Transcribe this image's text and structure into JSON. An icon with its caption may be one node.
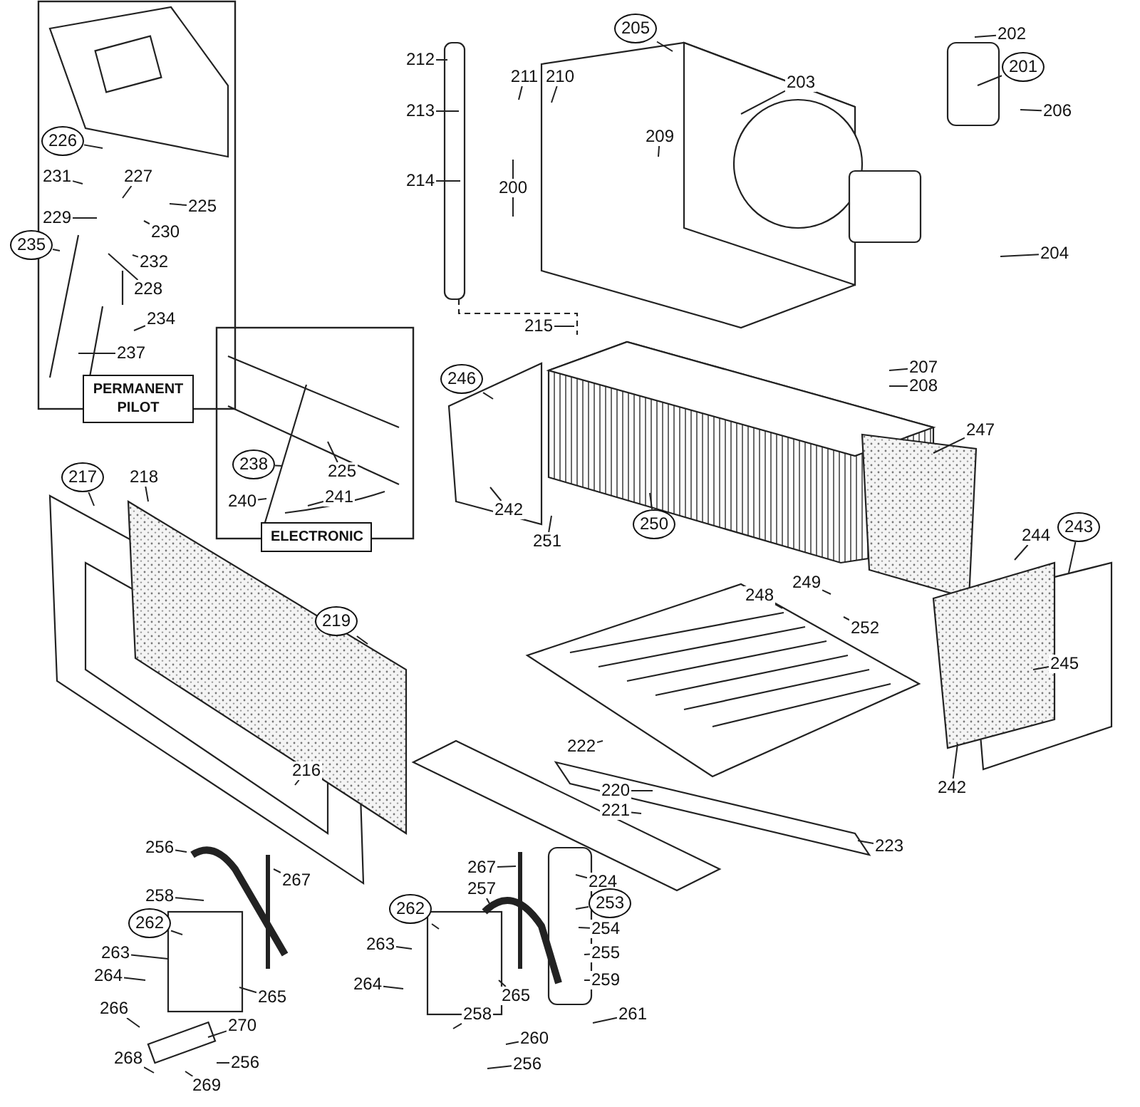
{
  "diagram": {
    "nodes": [
      {
        "text": [
          "205"
        ]
      },
      {
        "text": [
          "202"
        ]
      },
      {
        "text": [
          "201"
        ]
      },
      {
        "text": [
          "212"
        ]
      },
      {
        "text": [
          "211"
        ]
      },
      {
        "text": [
          "210"
        ]
      },
      {
        "text": [
          "203"
        ]
      },
      {
        "text": [
          "206"
        ]
      },
      {
        "text": [
          "213"
        ]
      },
      {
        "text": [
          "209"
        ]
      },
      {
        "text": [
          "200"
        ]
      },
      {
        "text": [
          "214"
        ]
      },
      {
        "text": [
          "204"
        ]
      },
      {
        "text": [
          "215"
        ]
      },
      {
        "text": [
          "207"
        ]
      },
      {
        "text": [
          "208"
        ]
      },
      {
        "text": [
          "226"
        ]
      },
      {
        "text": [
          "231"
        ]
      },
      {
        "text": [
          "227"
        ]
      },
      {
        "text": [
          "225"
        ]
      },
      {
        "text": [
          "229"
        ]
      },
      {
        "text": [
          "230"
        ]
      },
      {
        "text": [
          "235"
        ]
      },
      {
        "text": [
          "232"
        ]
      },
      {
        "text": [
          "228"
        ]
      },
      {
        "text": [
          "234"
        ]
      },
      {
        "text": [
          "237"
        ]
      },
      {
        "text": [
          "PERMANENT PILOT"
        ]
      },
      {
        "text": [
          "246"
        ]
      },
      {
        "text": [
          "247"
        ]
      },
      {
        "text": [
          "238"
        ]
      },
      {
        "text": [
          "225"
        ]
      },
      {
        "text": [
          "240"
        ]
      },
      {
        "text": [
          "241"
        ]
      },
      {
        "text": [
          "ELECTRONIC"
        ]
      },
      {
        "text": [
          "217"
        ]
      },
      {
        "text": [
          "218"
        ]
      },
      {
        "text": [
          "242"
        ]
      },
      {
        "text": [
          "251"
        ]
      },
      {
        "text": [
          "250"
        ]
      },
      {
        "text": [
          "244"
        ]
      },
      {
        "text": [
          "243"
        ]
      },
      {
        "text": [
          "248"
        ]
      },
      {
        "text": [
          "249"
        ]
      },
      {
        "text": [
          "252"
        ]
      },
      {
        "text": [
          "219"
        ]
      },
      {
        "text": [
          "245"
        ]
      },
      {
        "text": [
          "222"
        ]
      },
      {
        "text": [
          "242"
        ]
      },
      {
        "text": [
          "216"
        ]
      },
      {
        "text": [
          "220"
        ]
      },
      {
        "text": [
          "221"
        ]
      },
      {
        "text": [
          "223"
        ]
      },
      {
        "text": [
          "256"
        ]
      },
      {
        "text": [
          "267"
        ]
      },
      {
        "text": [
          "267"
        ]
      },
      {
        "text": [
          "224"
        ]
      },
      {
        "text": [
          "257"
        ]
      },
      {
        "text": [
          "262"
        ]
      },
      {
        "text": [
          "253"
        ]
      },
      {
        "text": [
          "258"
        ]
      },
      {
        "text": [
          "262"
        ]
      },
      {
        "text": [
          "254"
        ]
      },
      {
        "text": [
          "263"
        ]
      },
      {
        "text": [
          "263"
        ]
      },
      {
        "text": [
          "264"
        ]
      },
      {
        "text": [
          "264"
        ]
      },
      {
        "text": [
          "255"
        ]
      },
      {
        "text": [
          "265"
        ]
      },
      {
        "text": [
          "265"
        ]
      },
      {
        "text": [
          "259"
        ]
      },
      {
        "text": [
          "266"
        ]
      },
      {
        "text": [
          "258"
        ]
      },
      {
        "text": [
          "261"
        ]
      },
      {
        "text": [
          "270"
        ]
      },
      {
        "text": [
          "260"
        ]
      },
      {
        "text": [
          "268"
        ]
      },
      {
        "text": [
          "256"
        ]
      },
      {
        "text": [
          "269"
        ]
      },
      {
        "text": [
          "256"
        ]
      }
    ],
    "edges": [
      {
        "from": 0,
        "to": null,
        "arrow": "none"
      },
      {
        "from": 1,
        "to": null,
        "arrow": "none"
      },
      {
        "from": 2,
        "to": null,
        "arrow": "none"
      },
      {
        "from": 3,
        "to": null,
        "arrow": "none"
      },
      {
        "from": 4,
        "to": null,
        "arrow": "none"
      },
      {
        "from": 5,
        "to": null,
        "arrow": "none"
      },
      {
        "from": 6,
        "to": null,
        "arrow": "none"
      },
      {
        "from": 7,
        "to": null,
        "arrow": "none"
      },
      {
        "from": 8,
        "to": null,
        "arrow": "none"
      },
      {
        "from": 9,
        "to": null,
        "arrow": "none"
      },
      {
        "from": 10,
        "to": null,
        "arrow": "none"
      },
      {
        "from": 10,
        "to": null,
        "arrow": "none"
      },
      {
        "from": 11,
        "to": null,
        "arrow": "none"
      },
      {
        "from": 12,
        "to": null,
        "arrow": "none"
      },
      {
        "from": 13,
        "to": null,
        "arrow": "none"
      },
      {
        "from": 14,
        "to": null,
        "arrow": "none"
      },
      {
        "from": 15,
        "to": null,
        "arrow": "none"
      },
      {
        "from": 16,
        "to": null,
        "arrow": "none"
      },
      {
        "from": 17,
        "to": null,
        "arrow": "none"
      },
      {
        "from": 18,
        "to": null,
        "arrow": "none"
      },
      {
        "from": 19,
        "to": null,
        "arrow": "none"
      },
      {
        "from": 20,
        "to": null,
        "arrow": "none"
      },
      {
        "from": 21,
        "to": null,
        "arrow": "none"
      },
      {
        "from": 22,
        "to": null,
        "arrow": "none"
      },
      {
        "from": 23,
        "to": null,
        "arrow": "none"
      },
      {
        "from": 24,
        "to": null,
        "arrow": "none"
      },
      {
        "from": 25,
        "to": null,
        "arrow": "none"
      },
      {
        "from": 26,
        "to": null,
        "arrow": "none"
      },
      {
        "from": 28,
        "to": null,
        "arrow": "none"
      },
      {
        "from": 29,
        "to": null,
        "arrow": "none"
      },
      {
        "from": 30,
        "to": null,
        "arrow": "none"
      },
      {
        "from": 31,
        "to": null,
        "arrow": "none"
      },
      {
        "from": 32,
        "to": null,
        "arrow": "none"
      },
      {
        "from": 33,
        "to": null,
        "arrow": "none"
      },
      {
        "from": 35,
        "to": null,
        "arrow": "none"
      },
      {
        "from": 36,
        "to": null,
        "arrow": "none"
      },
      {
        "from": 37,
        "to": null,
        "arrow": "none"
      },
      {
        "from": 38,
        "to": null,
        "arrow": "none"
      },
      {
        "from": 39,
        "to": null,
        "arrow": "none"
      },
      {
        "from": 40,
        "to": null,
        "arrow": "none"
      },
      {
        "from": 41,
        "to": null,
        "arrow": "none"
      },
      {
        "from": 42,
        "to": null,
        "arrow": "none"
      },
      {
        "from": 43,
        "to": null,
        "arrow": "none"
      },
      {
        "from": 44,
        "to": null,
        "arrow": "none"
      },
      {
        "from": 45,
        "to": null,
        "arrow": "none"
      },
      {
        "from": 46,
        "to": null,
        "arrow": "none"
      },
      {
        "from": 47,
        "to": null,
        "arrow": "none"
      },
      {
        "from": 48,
        "to": null,
        "arrow": "none"
      },
      {
        "from": 49,
        "to": null,
        "arrow": "none"
      },
      {
        "from": 50,
        "to": null,
        "arrow": "none"
      },
      {
        "from": 51,
        "to": null,
        "arrow": "none"
      },
      {
        "from": 52,
        "to": null,
        "arrow": "none"
      },
      {
        "from": 53,
        "to": null,
        "arrow": "none"
      },
      {
        "from": 54,
        "to": null,
        "arrow": "none"
      },
      {
        "from": 55,
        "to": null,
        "arrow": "none"
      },
      {
        "from": 56,
        "to": null,
        "arrow": "none"
      },
      {
        "from": 57,
        "to": null,
        "arrow": "none"
      },
      {
        "from": 58,
        "to": null,
        "arrow": "none"
      },
      {
        "from": 59,
        "to": null,
        "arrow": "none"
      },
      {
        "from": 60,
        "to": null,
        "arrow": "none"
      },
      {
        "from": 61,
        "to": null,
        "arrow": "none"
      },
      {
        "from": 62,
        "to": null,
        "arrow": "none"
      },
      {
        "from": 63,
        "to": null,
        "arrow": "none"
      },
      {
        "from": 64,
        "to": null,
        "arrow": "none"
      },
      {
        "from": 65,
        "to": null,
        "arrow": "none"
      },
      {
        "from": 66,
        "to": null,
        "arrow": "none"
      },
      {
        "from": 67,
        "to": null,
        "arrow": "none"
      },
      {
        "from": 68,
        "to": null,
        "arrow": "none"
      },
      {
        "from": 69,
        "to": null,
        "arrow": "none"
      },
      {
        "from": 70,
        "to": null,
        "arrow": "none"
      },
      {
        "from": 71,
        "to": null,
        "arrow": "none"
      },
      {
        "from": 72,
        "to": null,
        "arrow": "none"
      },
      {
        "from": 73,
        "to": null,
        "arrow": "none"
      },
      {
        "from": 74,
        "to": null,
        "arrow": "none"
      },
      {
        "from": 75,
        "to": null,
        "arrow": "none"
      },
      {
        "from": 76,
        "to": null,
        "arrow": "none"
      },
      {
        "from": 77,
        "to": null,
        "arrow": "none"
      },
      {
        "from": 78,
        "to": null,
        "arrow": "none"
      },
      {
        "from": 79,
        "to": null,
        "arrow": "none"
      }
    ]
  }
}
